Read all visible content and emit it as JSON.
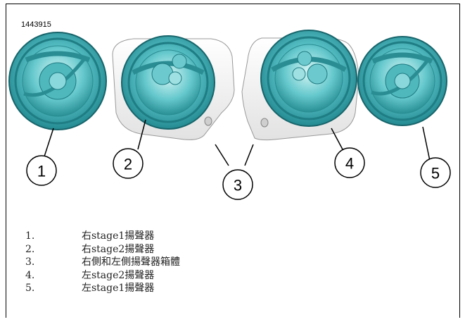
{
  "figure_id": "1443915",
  "colors": {
    "speaker_teal": "#3aaeb4",
    "speaker_dark": "#1c7f86",
    "speaker_light": "#9ee0e2",
    "enclosure": "#f4f4f4"
  },
  "callouts": [
    "1",
    "2",
    "3",
    "4",
    "5"
  ],
  "legend": [
    {
      "num": "1.",
      "text": "右stage1揚聲器"
    },
    {
      "num": "2.",
      "text": "右stage2揚聲器"
    },
    {
      "num": "3.",
      "text": "右側和左側揚聲器箱體"
    },
    {
      "num": "4.",
      "text": "左stage2揚聲器"
    },
    {
      "num": "5.",
      "text": "左stage1揚聲器"
    }
  ]
}
